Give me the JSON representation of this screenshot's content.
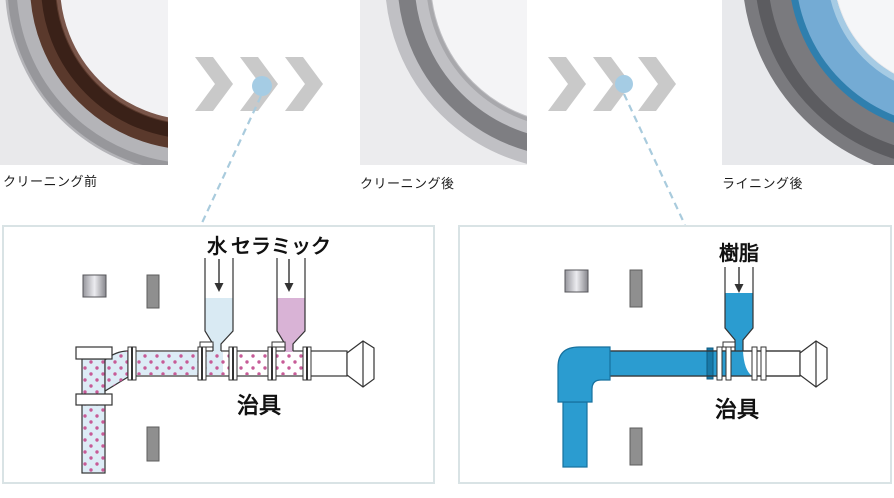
{
  "process": {
    "photos": [
      {
        "caption": "クリーニング前"
      },
      {
        "caption": "クリーニング後"
      },
      {
        "caption": "ライニング後"
      }
    ],
    "cleaning_diagram": {
      "water_label": "水",
      "ceramic_label": "セラミック",
      "jig_label": "治具"
    },
    "lining_diagram": {
      "resin_label": "樹脂",
      "jig_label": "治具"
    }
  },
  "colors": {
    "chevron_gray": "#c9c9c9",
    "step_dot_blue": "#a5cce4",
    "dashed_line_blue": "#a9cbdd",
    "panel_border": "#d9e3e5",
    "water_fill": "#d9eaf3",
    "ceramic_fill": "#d9b3d6",
    "resin_blue": "#2b9cd0",
    "particle_dot_pink": "#c75b97",
    "lining_blue": "#74abd4"
  }
}
